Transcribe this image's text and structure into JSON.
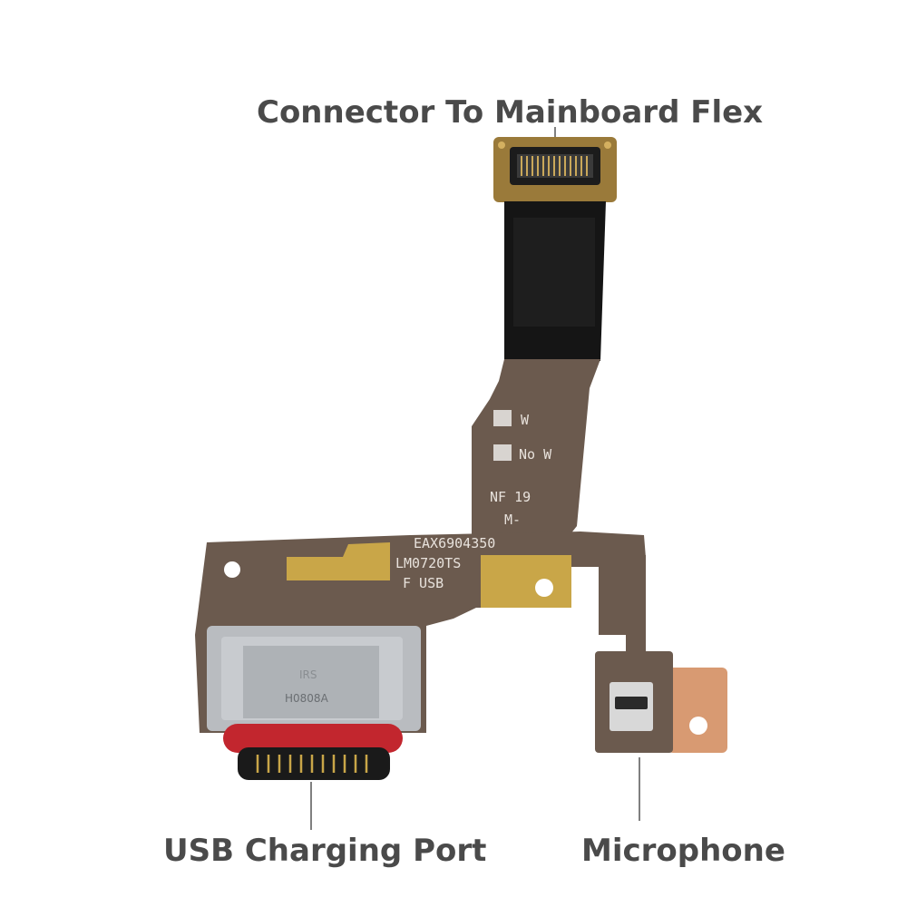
{
  "labels": {
    "connector": "Connector To Mainboard Flex",
    "usb_port": "USB Charging Port",
    "microphone": "Microphone"
  },
  "silkscreen": {
    "line1": "W",
    "line2": "No W",
    "line3": "NF 19",
    "line4": "M-",
    "line5": "EAX6904350",
    "line6": "LM0720TS",
    "line7": "F USB",
    "port_mark": "H0808A",
    "port_logo": "IRS"
  },
  "colors": {
    "label_text": "#4a4a4a",
    "pcb": "#6b5a4e",
    "flex_black": "#151515",
    "gold": "#c9a648",
    "copper": "#d89a72",
    "gasket_red": "#c2262e",
    "metal": "#b9bcc0"
  }
}
